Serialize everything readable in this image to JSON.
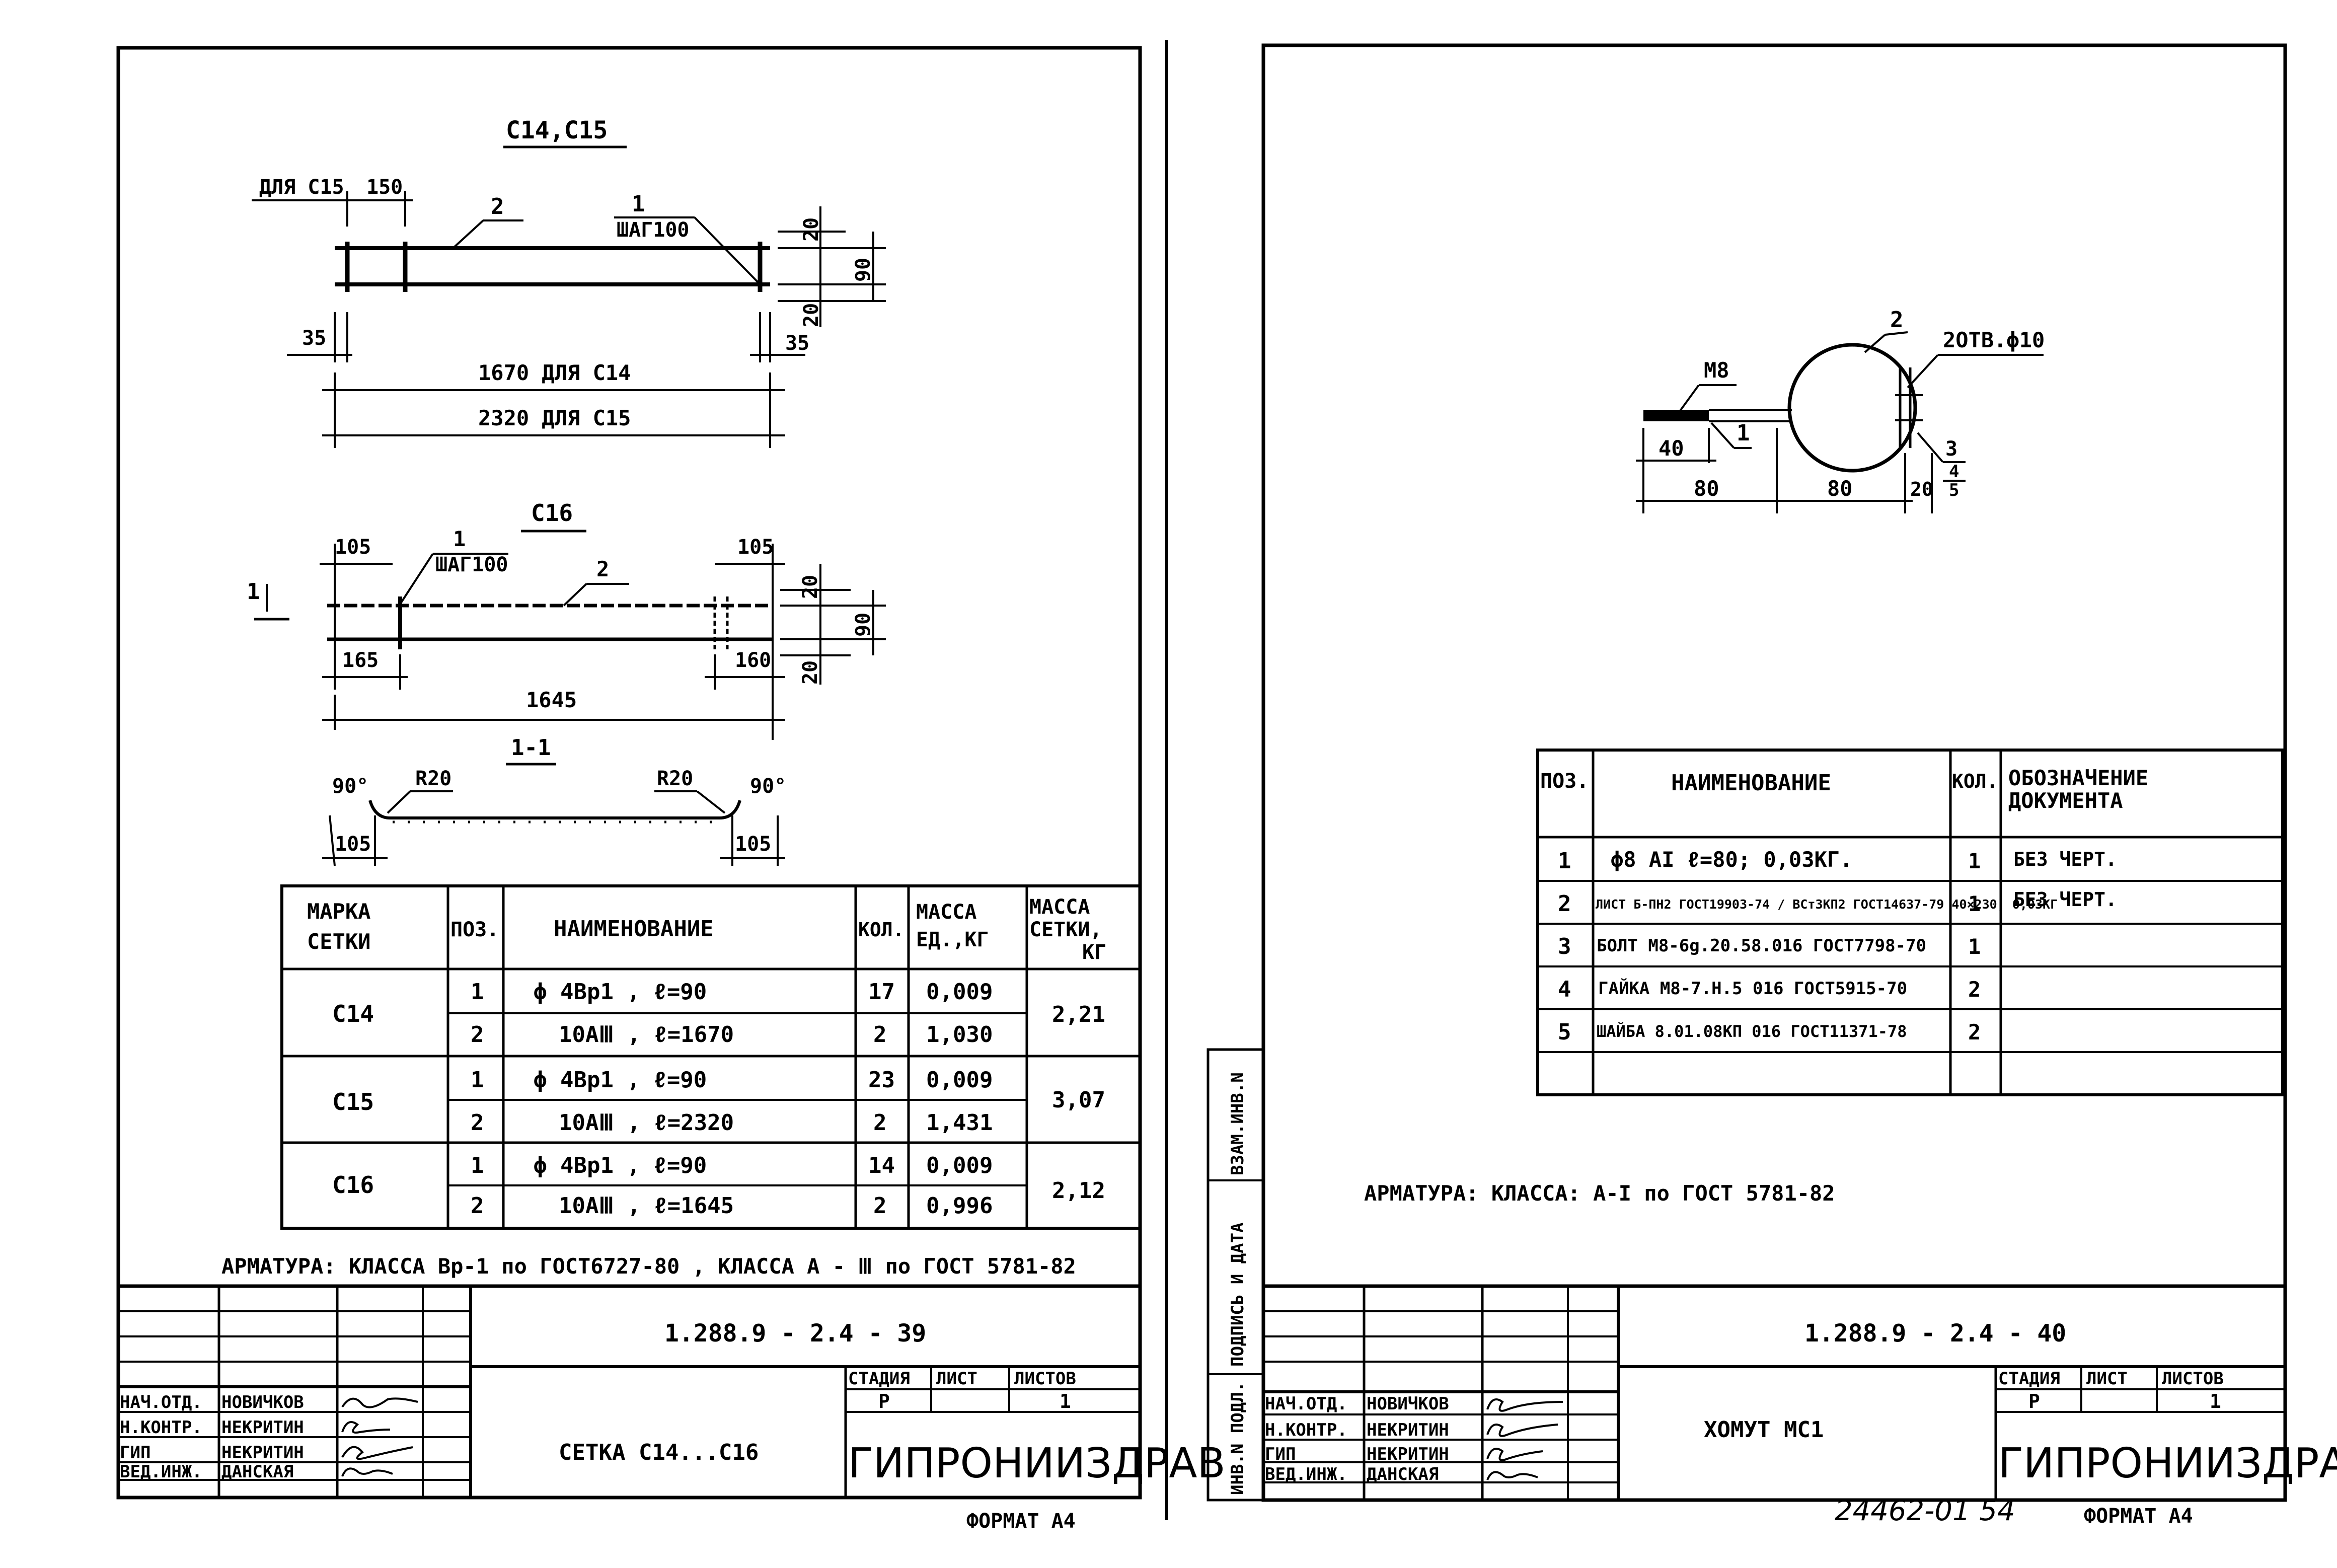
{
  "left_sheet": {
    "title_a": "С14,С15",
    "label_dlya_c15": "ДЛЯ С15",
    "dim_150": "150",
    "pos_2": "2",
    "pos_1": "1",
    "shag_100": "ШАГ100",
    "dim_20": "20",
    "dim_90": "90",
    "dim_35": "35",
    "dim_1670": "1670  ДЛЯ С14",
    "dim_2320": "2320  ДЛЯ С15",
    "title_b": "С16",
    "dim_105": "105",
    "dim_165": "165",
    "dim_160": "160",
    "dim_1645": "1645",
    "section_mark": "1",
    "section_title": "1-1",
    "angle_90": "90°",
    "radius_r20": "R20",
    "table": {
      "headers": [
        "МАРКА СЕТКИ",
        "ПОЗ.",
        "НАИМЕНОВАНИЕ",
        "КОЛ.",
        "МАССА ЕД.,КГ",
        "МАССА СЕТКИ, КГ"
      ],
      "groups": [
        {
          "mark": "С14",
          "total": "2,21",
          "rows": [
            {
              "pos": "1",
              "name": "ϕ 4Вр1 ,  ℓ=90",
              "qty": "17",
              "mass": "0,009"
            },
            {
              "pos": "2",
              "name": "10АⅢ ,  ℓ=1670",
              "qty": "2",
              "mass": "1,030"
            }
          ]
        },
        {
          "mark": "С15",
          "total": "3,07",
          "rows": [
            {
              "pos": "1",
              "name": "ϕ 4Вр1 ,  ℓ=90",
              "qty": "23",
              "mass": "0,009"
            },
            {
              "pos": "2",
              "name": "10АⅢ ,  ℓ=2320",
              "qty": "2",
              "mass": "1,431"
            }
          ]
        },
        {
          "mark": "С16",
          "total": "2,12",
          "rows": [
            {
              "pos": "1",
              "name": "ϕ 4Вр1 ,  ℓ=90",
              "qty": "14",
              "mass": "0,009"
            },
            {
              "pos": "2",
              "name": "10АⅢ ,  ℓ=1645",
              "qty": "2",
              "mass": "0,996"
            }
          ]
        }
      ]
    },
    "note": "АРМАТУРА:  КЛАССА  Вр-1 по ГОСТ6727-80 ,  КЛАССА  А - Ⅲ  по ГОСТ  5781-82",
    "stamp": {
      "doc_code": "1.288.9 - 2.4 - 39",
      "title": "СЕТКА  С14...С16",
      "stage_label": "СТАДИЯ",
      "sheet_label": "ЛИСТ",
      "sheets_label": "ЛИСТОВ",
      "stage": "Р",
      "sheets": "1",
      "org": "ГИПРОНИИЗДРАВ",
      "roles": [
        "НАЧ.ОТД.",
        "Н.КОНТР.",
        "ГИП",
        "ВЕД.ИНЖ."
      ],
      "names": [
        "НОВИЧКОВ",
        "НЕКРИТИН",
        "НЕКРИТИН",
        "ДАНСКАЯ"
      ],
      "format": "ФОРМАТ А4"
    }
  },
  "right_sheet": {
    "label_m8": "М8",
    "label_2": "2",
    "label_holes": "2ОТВ.ϕ10",
    "label_1": "1",
    "label_3": "3",
    "label_4": "4",
    "label_5": "5",
    "dim_40": "40",
    "dim_80a": "80",
    "dim_80b": "80",
    "dim_20": "20",
    "table": {
      "headers": [
        "ПОЗ.",
        "НАИМЕНОВАНИЕ",
        "КОЛ.",
        "ОБОЗНАЧЕНИЕ ДОКУМЕНТА"
      ],
      "rows": [
        {
          "pos": "1",
          "name": "ϕ8 АI  ℓ=80;   0,03КГ.",
          "qty": "1",
          "doc": "БЕЗ  ЧЕРТ."
        },
        {
          "pos": "2",
          "name": "ЛИСТ Б-ПН2 ГОСТ19903-74 / ВСт3КП2 ГОСТ14637-79  40×230; 0,03КГ",
          "qty": "1",
          "doc": "БЕЗ  ЧЕРТ."
        },
        {
          "pos": "3",
          "name": "БОЛТ М8-6g.20.58.016 ГОСТ7798-70",
          "qty": "1",
          "doc": ""
        },
        {
          "pos": "4",
          "name": "ГАЙКА М8-7.Н.5 016 ГОСТ5915-70",
          "qty": "2",
          "doc": ""
        },
        {
          "pos": "5",
          "name": "ШАЙБА 8.01.08КП 016 ГОСТ11371-78",
          "qty": "2",
          "doc": ""
        }
      ]
    },
    "note": "АРМАТУРА:  КЛАССА:  А-I  по ГОСТ  5781-82",
    "side_labels": [
      "ВЗАМ.ИНВ.N",
      "ПОДПИСЬ И ДАТА",
      "ИНВ.N ПОДЛ."
    ],
    "stamp": {
      "doc_code": "1.288.9 - 2.4 - 40",
      "title": "ХОМУТ  МС1",
      "stage_label": "СТАДИЯ",
      "sheet_label": "ЛИСТ",
      "sheets_label": "ЛИСТОВ",
      "stage": "Р",
      "sheets": "1",
      "org": "ГИПРОНИИЗДРАВ",
      "roles": [
        "НАЧ.ОТД.",
        "Н.КОНТР.",
        "ГИП",
        "ВЕД.ИНЖ."
      ],
      "names": [
        "НОВИЧКОВ",
        "НЕКРИТИН",
        "НЕКРИТИН",
        "ДАНСКАЯ"
      ],
      "format": "ФОРМАТ А4"
    }
  },
  "footer_handwritten": "24462-01    54"
}
